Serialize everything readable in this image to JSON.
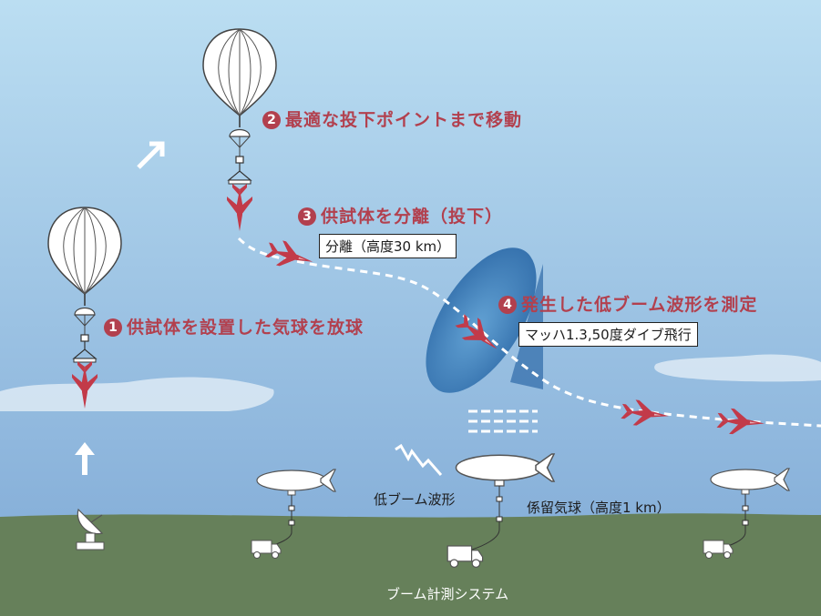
{
  "steps": {
    "s1": {
      "num": "1",
      "text": "供試体を設置した気球を放球"
    },
    "s2": {
      "num": "2",
      "text": "最適な投下ポイントまで移動"
    },
    "s3": {
      "num": "3",
      "text": "供試体を分離（投下）"
    },
    "s4": {
      "num": "4",
      "text": "発生した低ブーム波形を測定"
    }
  },
  "notes": {
    "separation": "分離（高度30 km）",
    "flight": "マッハ1.3,50度ダイブ飛行"
  },
  "labels": {
    "low_boom": "低ブーム波形",
    "tethered_balloon": "係留気球（高度1 km）",
    "system": "ブーム計測システム"
  },
  "colors": {
    "accent": "#b2404e",
    "sky_top": "#b9dcf1",
    "sky_bottom": "#7faad6",
    "ground": "#66805a",
    "cone": "#3d80bd",
    "aircraft": "#c23a49"
  }
}
